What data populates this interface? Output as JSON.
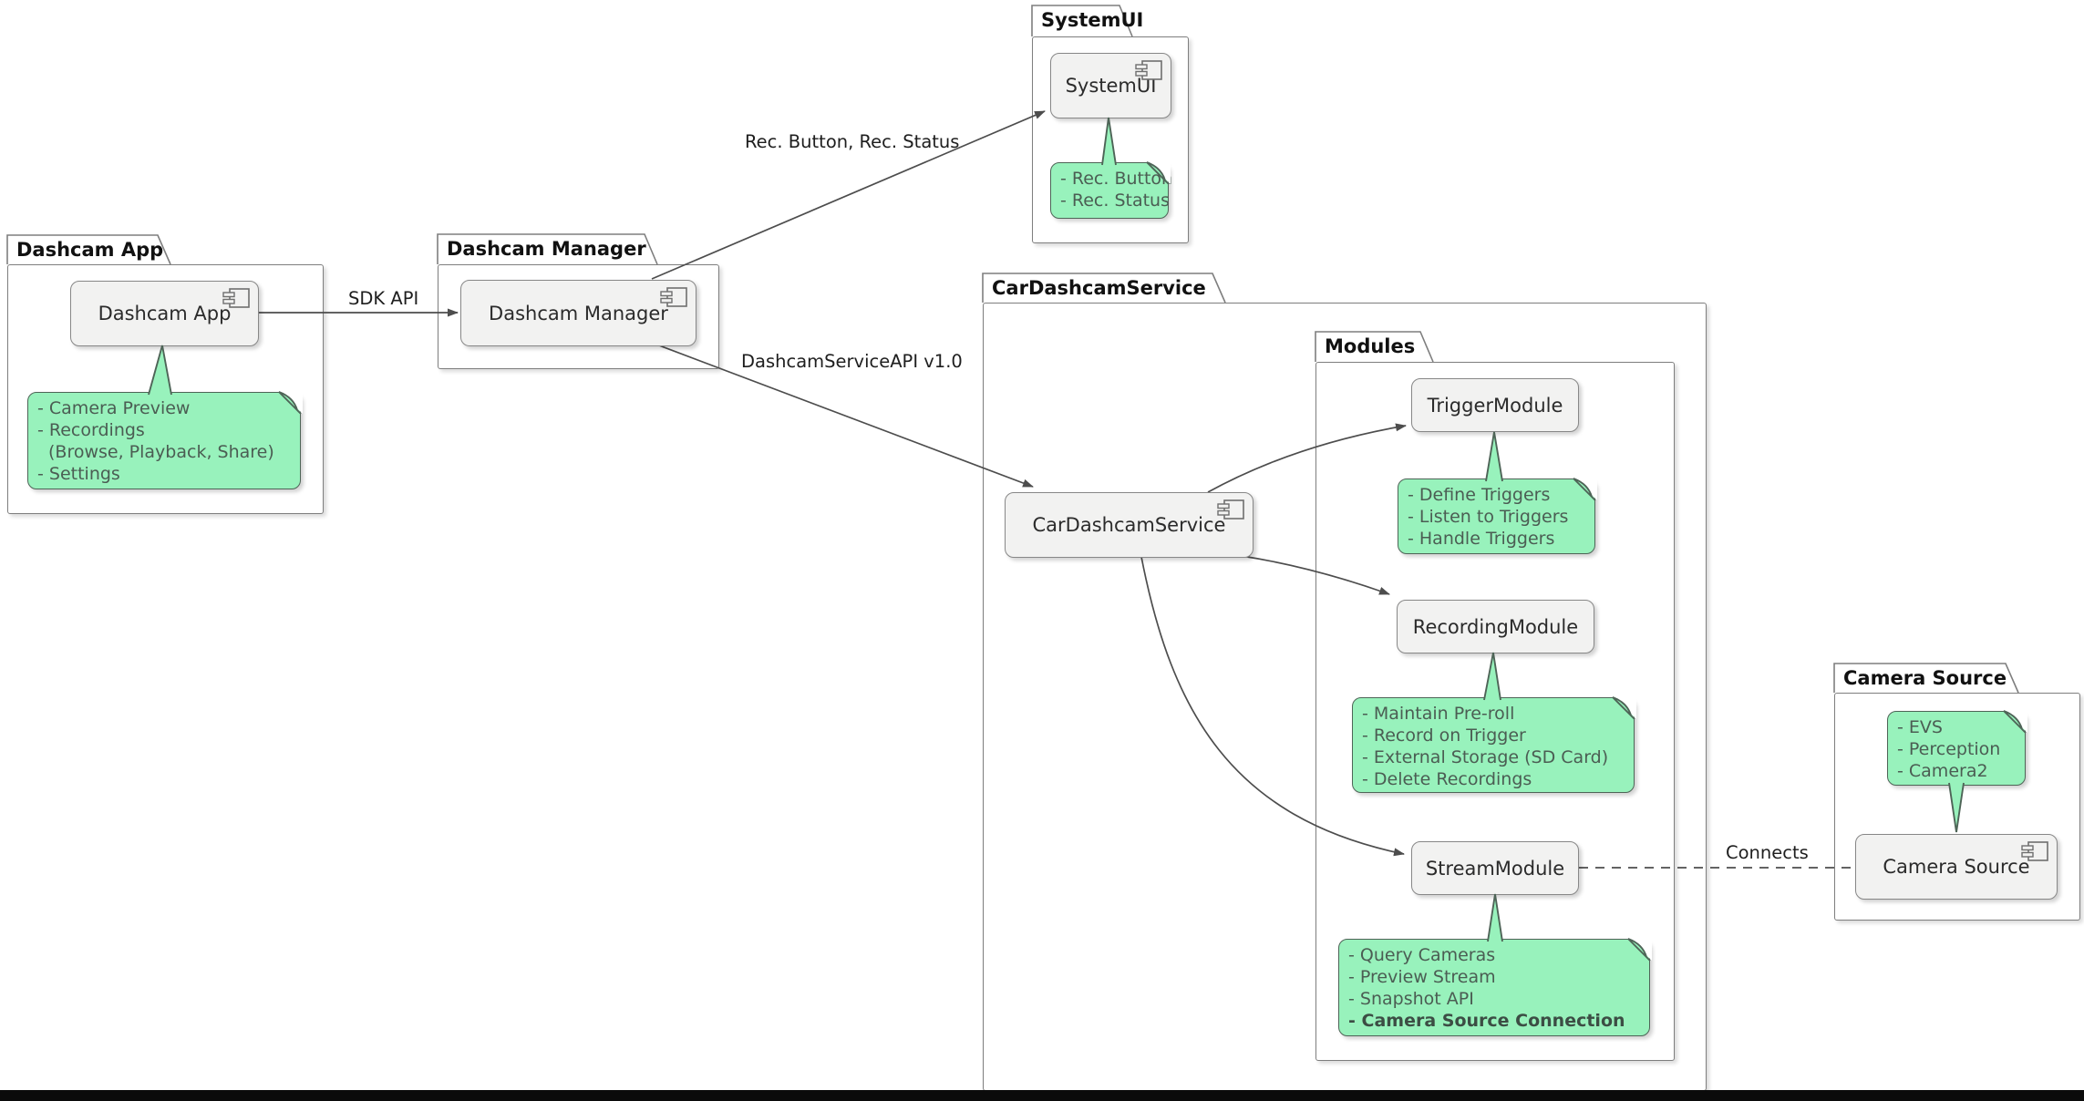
{
  "diagram_type": "uml-component-diagram",
  "packages": {
    "dashcam_app": "Dashcam App",
    "dashcam_manager": "Dashcam Manager",
    "systemui": "SystemUI",
    "car_dashcam_service": "CarDashcamService",
    "modules": "Modules",
    "camera_source": "Camera Source"
  },
  "components": {
    "dashcam_app": "Dashcam App",
    "dashcam_manager": "Dashcam Manager",
    "systemui": "SystemUI",
    "car_dashcam_service": "CarDashcamService",
    "trigger_module": "TriggerModule",
    "recording_module": "RecordingModule",
    "stream_module": "StreamModule",
    "camera_source": "Camera Source"
  },
  "notes": {
    "app": {
      "lines": [
        "- Camera Preview",
        "- Recordings",
        "(Browse, Playback, Share)",
        "- Settings"
      ]
    },
    "systemui": {
      "lines": [
        "- Rec. Button",
        "- Rec. Status"
      ]
    },
    "trigger": {
      "lines": [
        "- Define Triggers",
        "- Listen to Triggers",
        "- Handle Triggers"
      ]
    },
    "recording": {
      "lines": [
        "- Maintain Pre-roll",
        "- Record on Trigger",
        "- External Storage (SD Card)",
        "- Delete Recordings"
      ]
    },
    "stream": {
      "lines": [
        "- Query Cameras",
        "- Preview Stream",
        "- Snapshot API",
        "- Camera Source Connection"
      ]
    },
    "camera": {
      "lines": [
        "- EVS",
        "- Perception",
        "- Camera2"
      ]
    }
  },
  "edge_labels": {
    "sdk": "SDK API",
    "rec_status": "Rec. Button, Rec. Status",
    "service_api": "DashcamServiceAPI v1.0",
    "connects": "Connects"
  },
  "colors": {
    "note_fill": "#98F2BC",
    "note_border": "#4e6457",
    "component_fill": "#f2f2f1",
    "component_border": "#878787",
    "package_border": "#7e7e7e",
    "line": "#4d4d4d",
    "bottom_bar": "#0b0b0b"
  }
}
